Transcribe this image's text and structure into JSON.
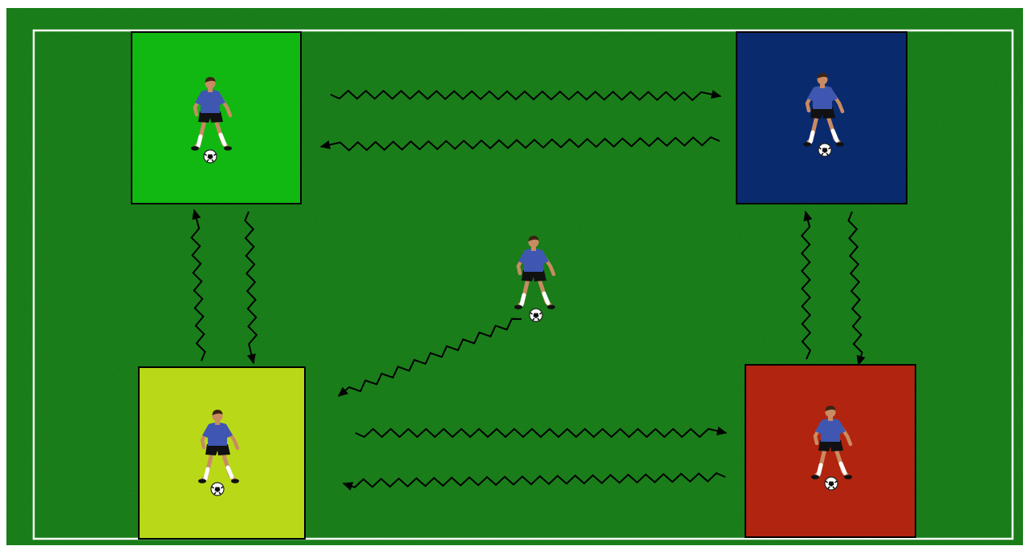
{
  "field": {
    "grass_color": "#1f8a1f",
    "line_color": "#ffffff"
  },
  "zones": [
    {
      "id": "top-left",
      "color": "#11b811",
      "player": true
    },
    {
      "id": "top-right",
      "color": "#0a2a6e",
      "player": true
    },
    {
      "id": "bottom-left",
      "color": "#b9d918",
      "player": true
    },
    {
      "id": "bottom-right",
      "color": "#b1240f",
      "player": true
    }
  ],
  "center_player": true,
  "player_style": {
    "shirt_color": "#3f57b0",
    "shorts_color": "#111111",
    "skin_color": "#c98b62",
    "hair_color": "#3a2414",
    "sock_color": "#ffffff",
    "ball_color": "#ffffff"
  },
  "passes": [
    {
      "from": "top-left",
      "to": "top-right",
      "icon": "zigzag-arrow-icon"
    },
    {
      "from": "top-right",
      "to": "top-left",
      "icon": "zigzag-arrow-icon"
    },
    {
      "from": "bottom-left",
      "to": "top-left",
      "icon": "zigzag-arrow-icon"
    },
    {
      "from": "top-left",
      "to": "bottom-left",
      "icon": "zigzag-arrow-icon"
    },
    {
      "from": "bottom-right",
      "to": "top-right",
      "icon": "zigzag-arrow-icon"
    },
    {
      "from": "top-right",
      "to": "bottom-right",
      "icon": "zigzag-arrow-icon"
    },
    {
      "from": "center",
      "to": "bottom-left",
      "icon": "zigzag-arrow-icon"
    },
    {
      "from": "bottom-left",
      "to": "bottom-right",
      "icon": "zigzag-arrow-icon"
    },
    {
      "from": "bottom-right",
      "to": "bottom-left",
      "icon": "zigzag-arrow-icon"
    }
  ]
}
